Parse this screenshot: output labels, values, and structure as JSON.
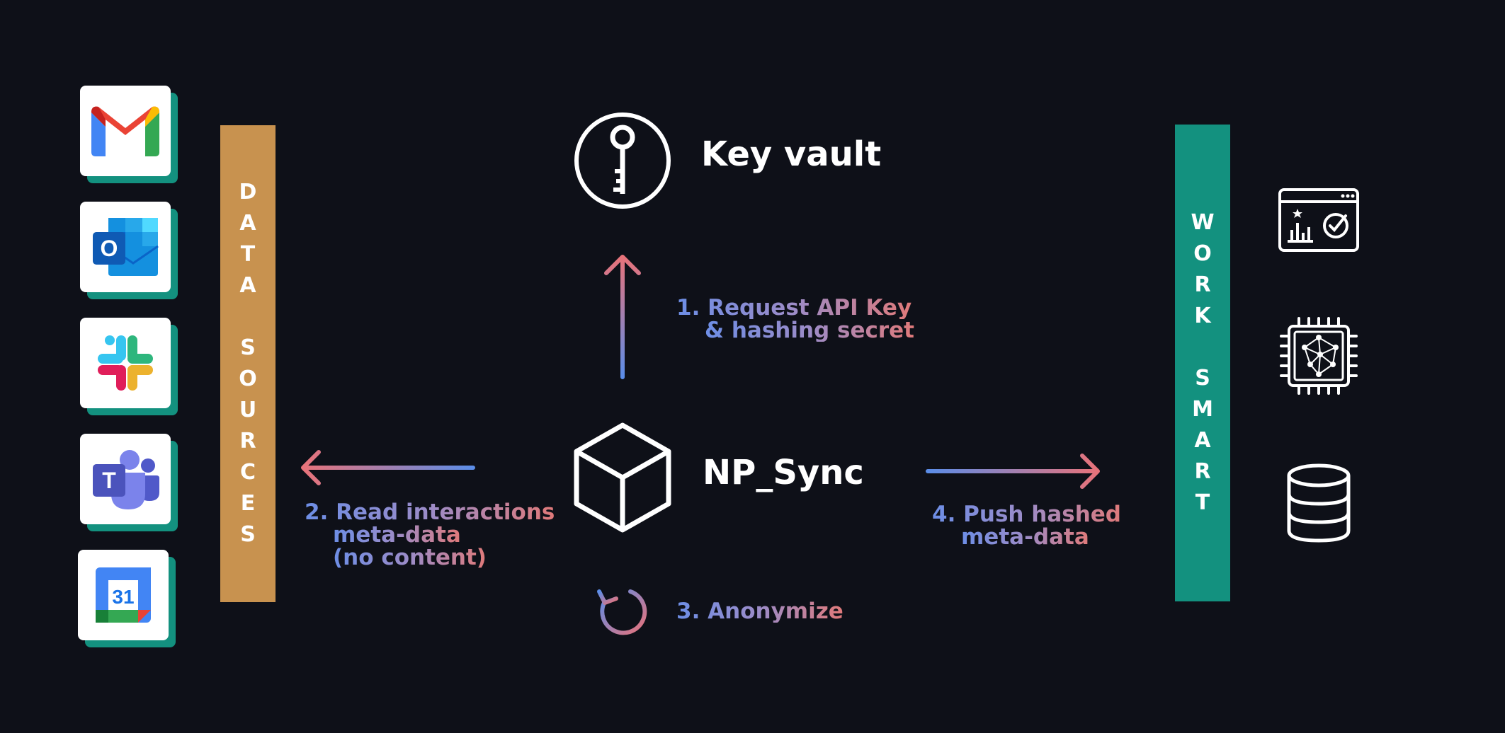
{
  "left_bar": {
    "letters_line1": [
      "D",
      "A",
      "T",
      "A"
    ],
    "letters_line2": [
      "S",
      "O",
      "U",
      "R",
      "C",
      "E",
      "S"
    ],
    "color": "#c8924f"
  },
  "right_bar": {
    "letters_line1": [
      "W",
      "O",
      "R",
      "K"
    ],
    "letters_line2": [
      "S",
      "M",
      "A",
      "R",
      "T"
    ],
    "color": "#13917f"
  },
  "key_vault": {
    "label": "Key vault"
  },
  "np_sync": {
    "label": "NP_Sync"
  },
  "steps": {
    "s1": {
      "num": "1.",
      "line1": "Request API Key",
      "line2": "& hashing secret"
    },
    "s2": {
      "num": "2.",
      "line1": "Read interactions",
      "line2": "meta-data",
      "line3": "(no content)"
    },
    "s3": {
      "num": "3.",
      "line1": "Anonymize"
    },
    "s4": {
      "num": "4.",
      "line1": "Push hashed",
      "line2": "meta-data"
    }
  },
  "apps": [
    "gmail-icon",
    "outlook-icon",
    "slack-icon",
    "teams-icon",
    "google-calendar-icon"
  ],
  "calendar_day": "31",
  "outlook_letter": "O",
  "teams_letter": "T",
  "right_icons": [
    "dashboard-icon",
    "ai-chip-icon",
    "database-icon"
  ],
  "colors": {
    "background": "#0e1018",
    "gradient_blue": "#6d8ee6",
    "gradient_red": "#e07a7a"
  }
}
